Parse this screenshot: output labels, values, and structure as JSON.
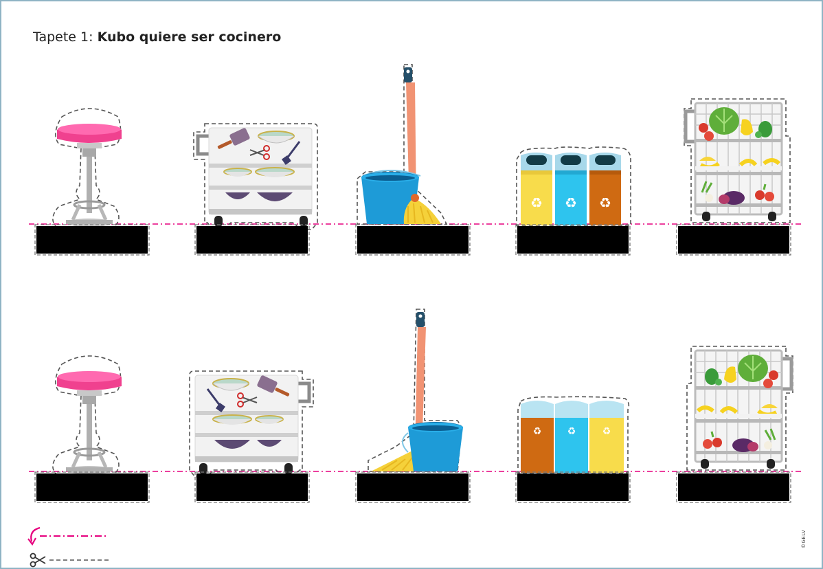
{
  "header": {
    "prefix": "Tapete 1: ",
    "title": "Kubo quiere ser cocinero"
  },
  "rows": [
    {
      "items": [
        "stool",
        "cart",
        "mop-bucket",
        "recycling-bins",
        "vegetable-cart"
      ]
    },
    {
      "items": [
        "stool",
        "cart",
        "mop-bucket",
        "recycling-bins",
        "vegetable-cart"
      ]
    }
  ],
  "legend": {
    "fold_icon": "fold-arrow-icon",
    "cut_icon": "scissors-icon"
  },
  "colors": {
    "fold_line": "#e6007e",
    "cut_line": "#555555",
    "label_box": "#000000",
    "stool_seat": "#f0418f",
    "bin_yellow": "#f8dc4b",
    "bin_blue": "#2ec4ee",
    "bin_orange": "#cf6a12",
    "bucket_blue": "#1e9bd7",
    "mop_handle": "#f2a07b"
  },
  "credit": "©GELV"
}
